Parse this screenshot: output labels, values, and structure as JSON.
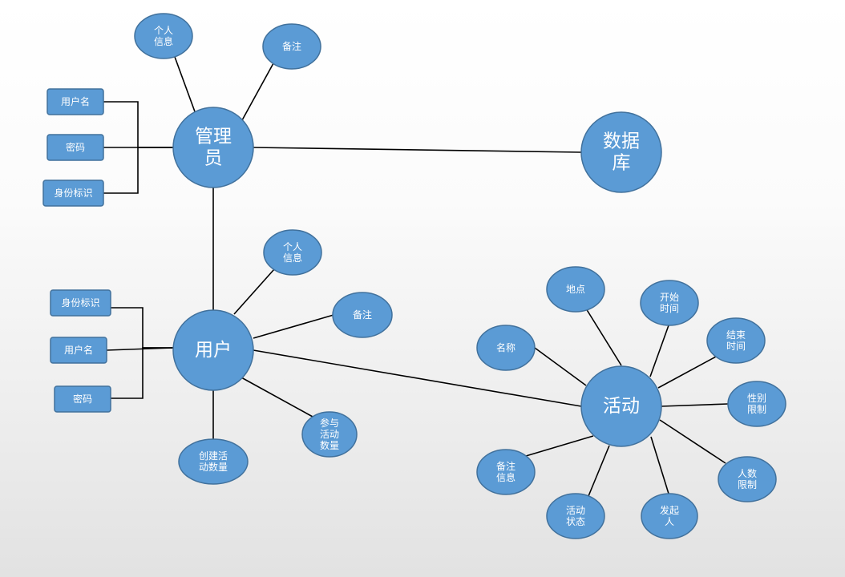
{
  "nodes": [
    {
      "id": "admin",
      "label": [
        "管理",
        "员"
      ],
      "shape": "circle",
      "kind": "entity"
    },
    {
      "id": "database",
      "label": [
        "数据",
        "库"
      ],
      "shape": "circle",
      "kind": "entity"
    },
    {
      "id": "user",
      "label": [
        "用户"
      ],
      "shape": "circle",
      "kind": "entity"
    },
    {
      "id": "activity",
      "label": [
        "活动"
      ],
      "shape": "circle",
      "kind": "entity"
    },
    {
      "id": "admin-personal-info",
      "label": [
        "个人",
        "信息"
      ],
      "shape": "ellipse",
      "kind": "attribute"
    },
    {
      "id": "admin-remark",
      "label": [
        "备注"
      ],
      "shape": "ellipse",
      "kind": "attribute"
    },
    {
      "id": "admin-username",
      "label": [
        "用户名"
      ],
      "shape": "rect",
      "kind": "attribute"
    },
    {
      "id": "admin-password",
      "label": [
        "密码"
      ],
      "shape": "rect",
      "kind": "attribute"
    },
    {
      "id": "admin-identity",
      "label": [
        "身份标识"
      ],
      "shape": "rect",
      "kind": "attribute"
    },
    {
      "id": "user-personal-info",
      "label": [
        "个人",
        "信息"
      ],
      "shape": "ellipse",
      "kind": "attribute"
    },
    {
      "id": "user-remark",
      "label": [
        "备注"
      ],
      "shape": "ellipse",
      "kind": "attribute"
    },
    {
      "id": "user-identity",
      "label": [
        "身份标识"
      ],
      "shape": "rect",
      "kind": "attribute"
    },
    {
      "id": "user-username",
      "label": [
        "用户名"
      ],
      "shape": "rect",
      "kind": "attribute"
    },
    {
      "id": "user-password",
      "label": [
        "密码"
      ],
      "shape": "rect",
      "kind": "attribute"
    },
    {
      "id": "user-created-count",
      "label": [
        "创建活",
        "动数量"
      ],
      "shape": "ellipse",
      "kind": "attribute"
    },
    {
      "id": "user-joined-count",
      "label": [
        "参与",
        "活动",
        "数量"
      ],
      "shape": "ellipse",
      "kind": "attribute"
    },
    {
      "id": "activity-location",
      "label": [
        "地点"
      ],
      "shape": "ellipse",
      "kind": "attribute"
    },
    {
      "id": "activity-start-time",
      "label": [
        "开始",
        "时间"
      ],
      "shape": "ellipse",
      "kind": "attribute"
    },
    {
      "id": "activity-end-time",
      "label": [
        "结束",
        "时间"
      ],
      "shape": "ellipse",
      "kind": "attribute"
    },
    {
      "id": "activity-name",
      "label": [
        "名称"
      ],
      "shape": "ellipse",
      "kind": "attribute"
    },
    {
      "id": "activity-gender-limit",
      "label": [
        "性别",
        "限制"
      ],
      "shape": "ellipse",
      "kind": "attribute"
    },
    {
      "id": "activity-remark-info",
      "label": [
        "备注",
        "信息"
      ],
      "shape": "ellipse",
      "kind": "attribute"
    },
    {
      "id": "activity-people-limit",
      "label": [
        "人数",
        "限制"
      ],
      "shape": "ellipse",
      "kind": "attribute"
    },
    {
      "id": "activity-status",
      "label": [
        "活动",
        "状态"
      ],
      "shape": "ellipse",
      "kind": "attribute"
    },
    {
      "id": "activity-initiator",
      "label": [
        "发起",
        "人"
      ],
      "shape": "ellipse",
      "kind": "attribute"
    }
  ],
  "edges": [
    {
      "from": "admin",
      "to": "database"
    },
    {
      "from": "admin",
      "to": "user"
    },
    {
      "from": "user",
      "to": "activity"
    },
    {
      "from": "admin",
      "to": "admin-personal-info"
    },
    {
      "from": "admin",
      "to": "admin-remark"
    },
    {
      "from": "admin",
      "to": "admin-username"
    },
    {
      "from": "admin",
      "to": "admin-password"
    },
    {
      "from": "admin",
      "to": "admin-identity"
    },
    {
      "from": "user",
      "to": "user-personal-info"
    },
    {
      "from": "user",
      "to": "user-remark"
    },
    {
      "from": "user",
      "to": "user-identity"
    },
    {
      "from": "user",
      "to": "user-username"
    },
    {
      "from": "user",
      "to": "user-password"
    },
    {
      "from": "user",
      "to": "user-created-count"
    },
    {
      "from": "user",
      "to": "user-joined-count"
    },
    {
      "from": "activity",
      "to": "activity-location"
    },
    {
      "from": "activity",
      "to": "activity-start-time"
    },
    {
      "from": "activity",
      "to": "activity-end-time"
    },
    {
      "from": "activity",
      "to": "activity-name"
    },
    {
      "from": "activity",
      "to": "activity-gender-limit"
    },
    {
      "from": "activity",
      "to": "activity-remark-info"
    },
    {
      "from": "activity",
      "to": "activity-people-limit"
    },
    {
      "from": "activity",
      "to": "activity-status"
    },
    {
      "from": "activity",
      "to": "activity-initiator"
    }
  ],
  "colors": {
    "node_fill": "#5b9bd5",
    "node_stroke": "#41719c",
    "label": "#ffffff",
    "edge": "#000000"
  }
}
